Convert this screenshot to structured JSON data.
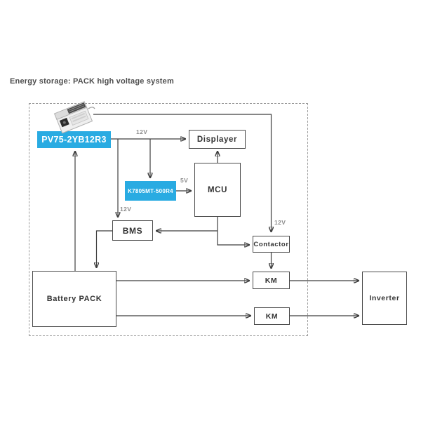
{
  "title": "Energy storage: PACK high voltage system",
  "colors": {
    "accent": "#29abe2",
    "line": "#3f3f3f",
    "box_border": "#4a4a4a",
    "dashed_border": "#9a9a9a",
    "small_label": "#8c8c8c"
  },
  "nodes": {
    "psu_model": "PV75-2YB12R3",
    "regulator_model": "K7805MT-500R4",
    "displayer": "Displayer",
    "mcu": "MCU",
    "bms": "BMS",
    "contactor": "Contactor",
    "km1": "KM",
    "km2": "KM",
    "battery_pack": "Battery PACK",
    "inverter": "Inverter"
  },
  "labels": {
    "v12_displayer_line": "12V",
    "v12_bms": "12V",
    "v12_contactor": "12V",
    "v5_mcu": "5V"
  },
  "icons": {
    "psu_product_image": "isometric switching power supply product photo"
  }
}
